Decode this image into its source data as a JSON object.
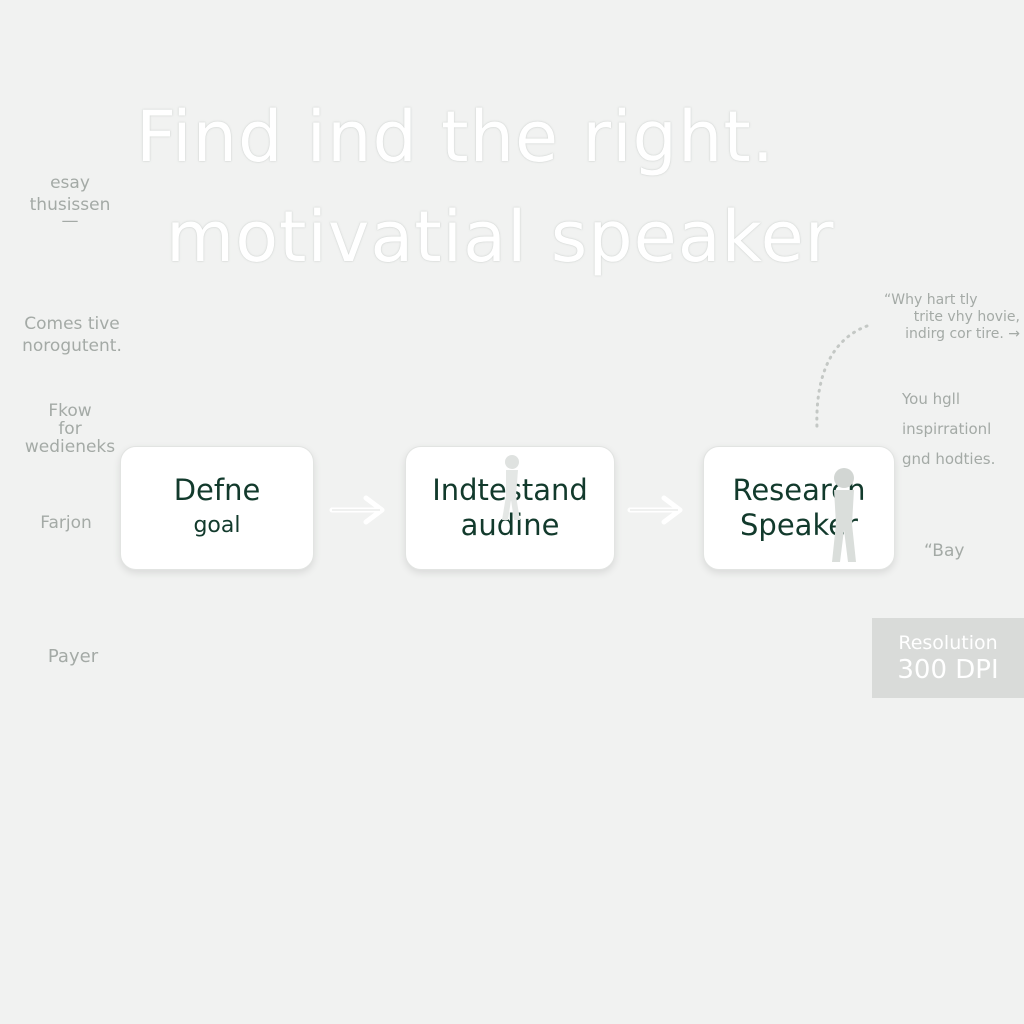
{
  "title": {
    "line1": "Find ind the right.",
    "line2": "motivatial speaker"
  },
  "left_notes": [
    {
      "lines": [
        "esay",
        "thusissen",
        "—"
      ]
    },
    {
      "lines": [
        "Comes tive",
        "norogutent."
      ]
    },
    {
      "lines": [
        "Fkow",
        "for",
        "wedieneks"
      ]
    },
    {
      "lines": [
        "Farjon"
      ]
    },
    {
      "lines": [
        "Payer"
      ]
    }
  ],
  "right_notes": [
    {
      "lines": [
        "“Why hart tly",
        "trite vhy hovie,",
        "indirg cor tire. →"
      ]
    },
    {
      "lines": [
        "You hgll",
        "inspirrationl",
        "gnd hodties."
      ]
    },
    {
      "lines": [
        "“Bay"
      ]
    }
  ],
  "steps": [
    {
      "lines": [
        "Defne",
        "goal"
      ]
    },
    {
      "lines": [
        "Indtestand",
        "audine"
      ]
    },
    {
      "lines": [
        "Research",
        "Speaker"
      ]
    }
  ],
  "badge": {
    "label": "Resolution",
    "value": "300 DPI"
  },
  "colors": {
    "background": "#f1f2f1",
    "step_text": "#123a2c",
    "note_text": "#a4aaa6",
    "box_fill": "#ffffff"
  },
  "icons": {
    "arrow": "arrow-right-icon",
    "figure": "person-silhouette-icon"
  }
}
